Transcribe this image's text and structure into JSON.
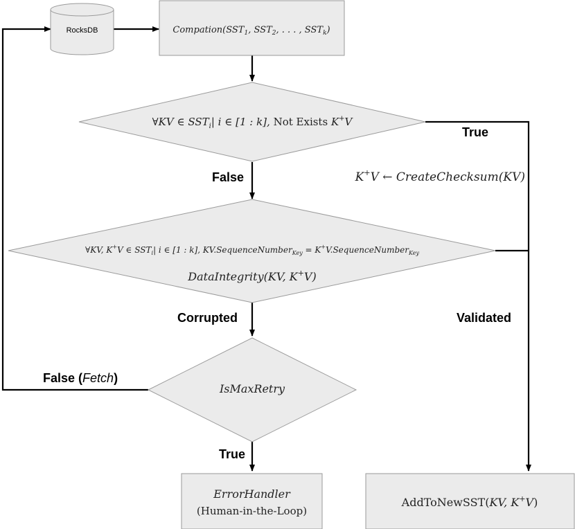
{
  "nodes": {
    "db": {
      "label": "RocksDB"
    },
    "compaction": {
      "prefix": "Compation(SST",
      "s1": "1",
      "c1": ", SST",
      "s2": "2",
      "mid": ", . . . , SST",
      "sk": "k",
      "suffix": ")"
    },
    "decision1": {
      "a": "∀KV ∈ SST",
      "sub": "i",
      "b": "| i ∈ [1 : k], ",
      "c": "Not Exists ",
      "d": "K",
      "sup": "+",
      "e": "V"
    },
    "decision2": {
      "line1": {
        "a": "∀KV, K",
        "sup": "+",
        "b": "V ∈ SST",
        "sub1": "i",
        "c": "| i ∈ [1 : k], KV.SequenceNumber",
        "sub2": "Key",
        "d": " = K",
        "sup2": "+",
        "e": "V.SequenceNumber",
        "sub3": "Key"
      },
      "line2": {
        "a": "DataIntegrity(KV, K",
        "sup": "+",
        "b": "V)"
      }
    },
    "decision3": {
      "label": "IsMaxRetry"
    },
    "error": {
      "line1": "ErrorHandler",
      "line2": "(Human-in-the-Loop)"
    },
    "add": {
      "a": "AddToNewSST(",
      "b": "KV, K",
      "sup": "+",
      "c": "V",
      "d": ")"
    }
  },
  "edges": {
    "true1": "True",
    "false1": "False",
    "corrupted": "Corrupted",
    "validated": "Validated",
    "false_fetch_a": "False (",
    "false_fetch_b": "Fetch",
    "false_fetch_c": ")",
    "true2": "True"
  },
  "annotations": {
    "checksum": {
      "a": "K",
      "sup": "+",
      "b": "V ← CreateChecksum(KV)"
    }
  }
}
